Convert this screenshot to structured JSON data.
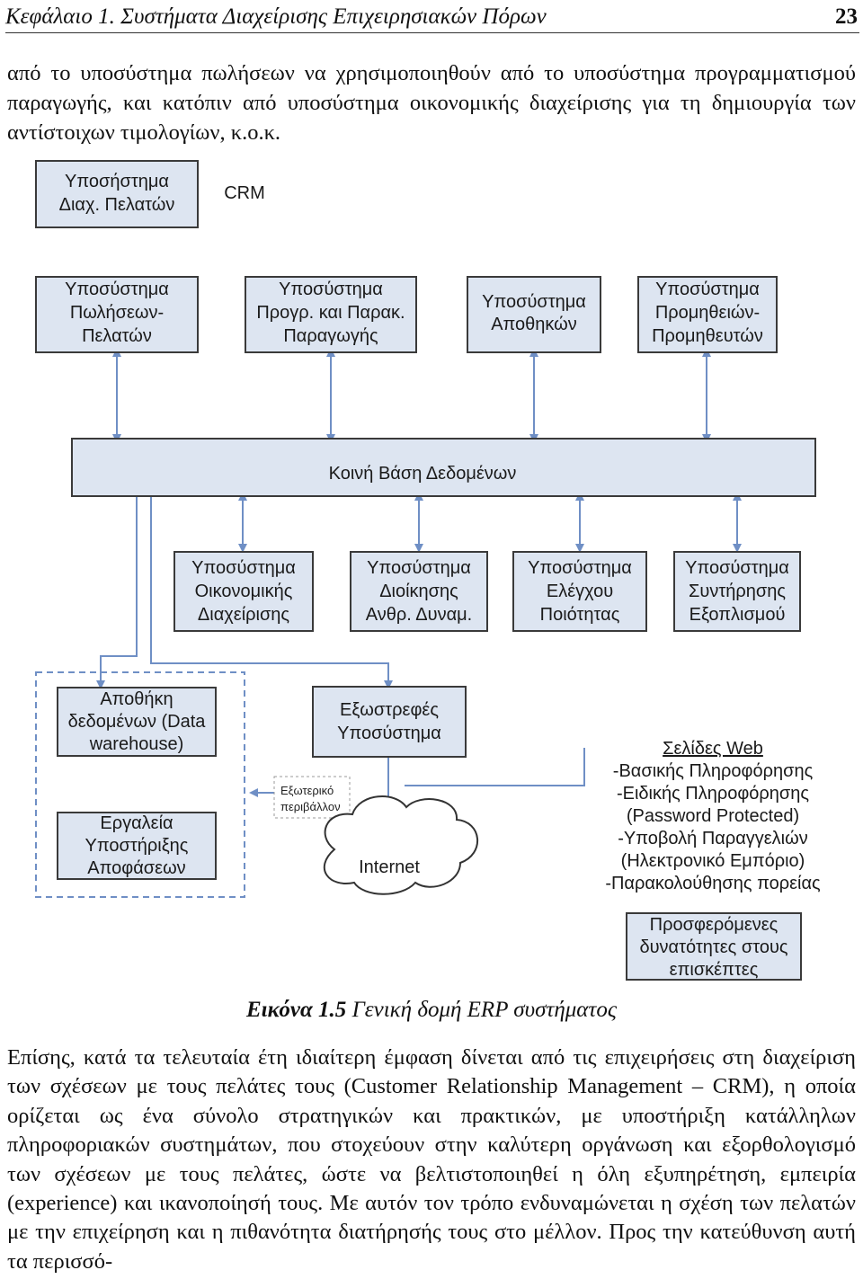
{
  "header": {
    "title": "Κεφάλαιο 1. Συστήματα Διαχείρισης Επιχειρησιακών Πόρων",
    "page_number": "23"
  },
  "intro_paragraph": "από το υποσύστημα πωλήσεων να χρησιμοποιηθούν από το υποσύστημα προγραμματισμού παραγωγής, και κατόπιν από υποσύστημα οικονομικής διαχείρισης για τη δημιουργία των αντίστοιχων τιμολογίων, κ.ο.κ.",
  "diagram": {
    "crm_box": [
      "Υποσήστημα",
      "Διαχ. Πελατών"
    ],
    "crm_label": "CRM",
    "top_boxes": [
      [
        "Υποσύστημα",
        "Πωλήσεων-",
        "Πελατών"
      ],
      [
        "Υποσύστημα",
        "Προγρ. και Παρακ.",
        "Παραγωγής"
      ],
      [
        "Υποσύστημα",
        "Αποθηκών"
      ],
      [
        "Υποσύστημα",
        "Προμηθειών-",
        "Προμηθευτών"
      ]
    ],
    "database": "Κοινή Βάση Δεδομένων",
    "bottom_boxes": [
      [
        "Υποσύστημα",
        "Οικονομικής",
        "Διαχείρισης"
      ],
      [
        "Υποσύστημα",
        "Διοίκησης",
        "Ανθρ. Δυναμ."
      ],
      [
        "Υποσύστημα",
        "Ελέγχου",
        "Ποιότητας"
      ],
      [
        "Υποσύστημα",
        "Συντήρησης",
        "Εξοπλισμού"
      ]
    ],
    "warehouse": [
      "Αποθήκη",
      "δεδομένων (Data",
      "warehouse)"
    ],
    "dss": [
      "Εργαλεία",
      "Υποστήριξης",
      "Αποφάσεων"
    ],
    "external_systems": [
      "Εξωστρεφές",
      "Υποσύστημα"
    ],
    "external_env": [
      "Εξωτερικό",
      "περιβάλλον"
    ],
    "internet": "Internet",
    "web_pages_title": "Σελίδες Web",
    "web_pages_items": [
      "-Βασικής Πληροφόρησης",
      "-Ειδικής  Πληροφόρησης",
      "(Password Protected)",
      "-Υποβολή  Παραγγελιών",
      "(Ηλεκτρονικό Εμπόριο)",
      "-Παρακολούθησης πορείας"
    ],
    "offered": [
      "Προσφερόμενες",
      "δυνατότητες στους",
      "επισκέπτες"
    ]
  },
  "caption": {
    "label": "Εικόνα 1.5",
    "text": " Γενική δομή ERP συστήματος"
  },
  "body_paragraph": "Επίσης, κατά τα τελευταία έτη ιδιαίτερη έμφαση δίνεται από τις επιχειρήσεις στη διαχείριση των σχέσεων με τους πελάτες τους (Customer Relationship Management – CRM), η οποία ορίζεται ως ένα σύνολο στρατηγικών και πρακτικών, με υποστήριξη κατάλληλων πληροφοριακών συστημάτων, που στοχεύουν στην καλύτερη οργάνωση και εξορθολογισμό των σχέσεων με τους πελάτες, ώστε να βελτιστοποιηθεί η όλη εξυπηρέτηση, εμπειρία (experience) και ικανοποίησή τους. Με αυτόν τον τρόπο ενδυναμώνεται η σχέση των πελατών με την επιχείρηση και η πιθανότητα διατήρησής τους στο μέλλον. Προς την κατεύθυνση αυτή τα περισσό-"
}
